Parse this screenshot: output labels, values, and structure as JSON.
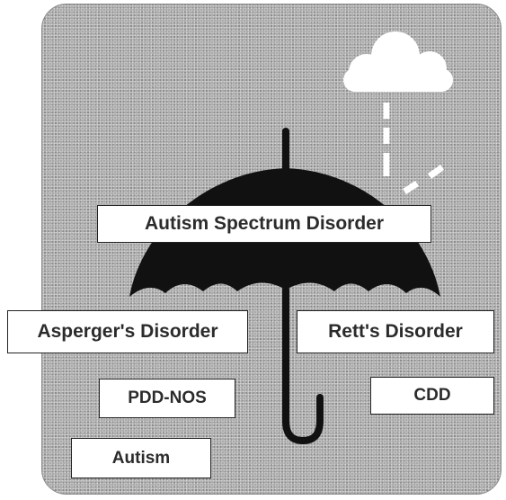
{
  "labels": {
    "main": "Autism Spectrum Disorder",
    "asperger": "Asperger's Disorder",
    "rett": "Rett's Disorder",
    "pddnos": "PDD-NOS",
    "cdd": "CDD",
    "autism": "Autism"
  },
  "colors": {
    "panel": "#a9a9a9",
    "umbrella": "#111111",
    "label_bg": "#ffffff",
    "cloud": "#ffffff"
  },
  "icons": [
    "umbrella-icon",
    "cloud-icon",
    "rain-icon"
  ]
}
